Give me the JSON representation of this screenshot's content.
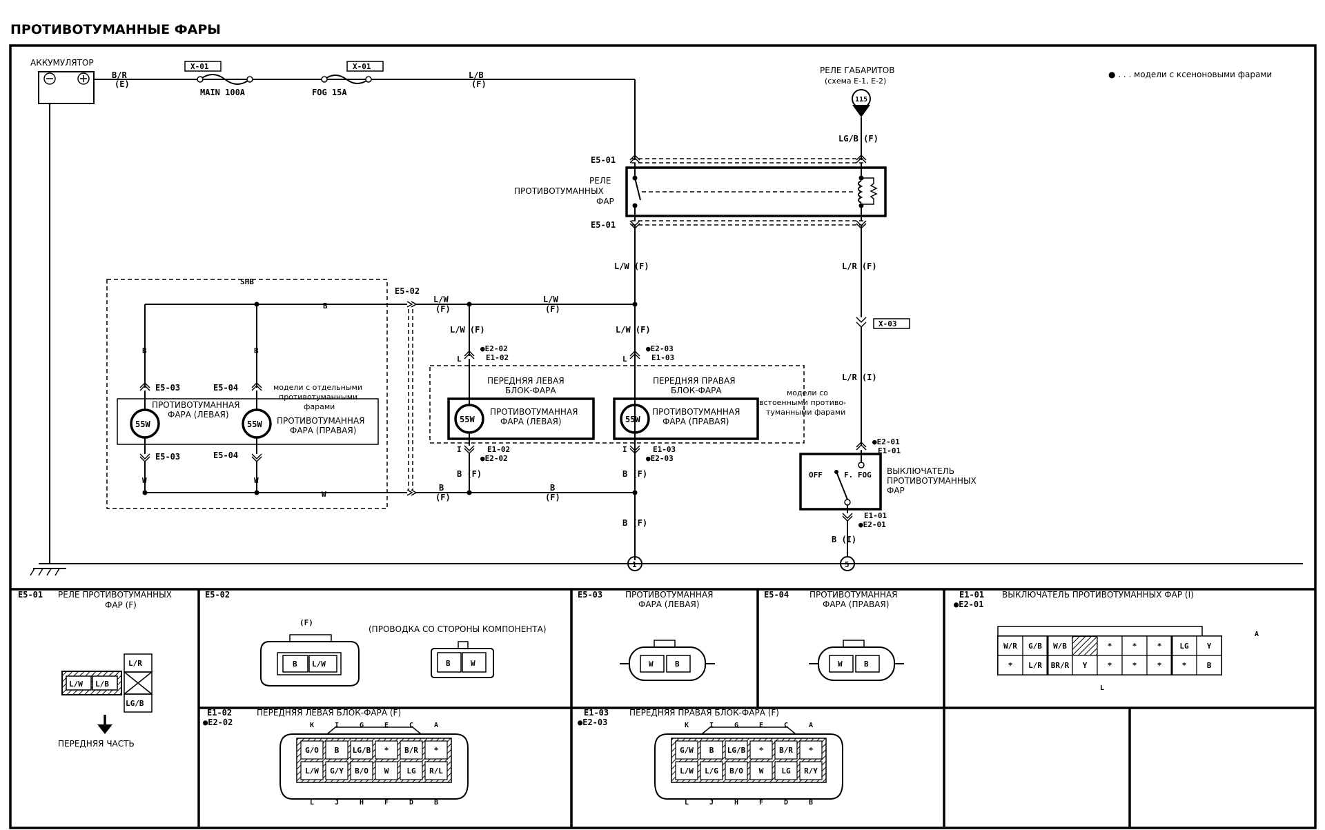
{
  "title": "ПРОТИВОТУМАННЫЕ ФАРЫ",
  "legend": "● . . . модели с ксеноновыми фарами",
  "battery": {
    "label": "АККУМУЛЯТОР",
    "wire": "B/R",
    "wire_sub": "(E)"
  },
  "fuses": [
    {
      "conn": "X-01",
      "name": "MAIN 100A"
    },
    {
      "conn": "X-01",
      "name": "FOG 15A"
    }
  ],
  "wire_lb": "L/B",
  "wire_lb_sub": "(F)",
  "marker_lights_relay": {
    "line1": "РЕЛЕ ГАБАРИТОВ",
    "line2": "(схема E-1, E-2)",
    "terminal": "115",
    "wire": "LG/B (F)"
  },
  "fog_relay": {
    "line1": "РЕЛЕ",
    "line2": "ПРОТИВОТУМАННЫХ",
    "line3": "ФАР",
    "conn_top": "E5-01",
    "conn_bottom": "E5-01"
  },
  "wire_lw_f": "L/W (F)",
  "wire_lr_f": "L/R (F)",
  "wire_lr_i": "L/R (I)",
  "x03": "X-03",
  "shb": {
    "label": "SHB",
    "wire_b": "B",
    "wire_w": "W",
    "conn_l_top": "E5-03",
    "conn_r_top": "E5-04",
    "conn_l_bot": "E5-03",
    "conn_r_bot": "E5-04",
    "lamp_power": "55W",
    "left_lamp_1": "ПРОТИВОТУМАННАЯ",
    "left_lamp_2": "ФАРА (ЛЕВАЯ)",
    "right_lamp_1": "ПРОТИВОТУМАННАЯ",
    "right_lamp_2": "ФАРА (ПРАВАЯ)",
    "note_1": "модели с отдельными",
    "note_2": "противотуманными",
    "note_3": "фарами"
  },
  "e502": "E5-02",
  "wire_lw": "L/W",
  "wire_f": "(F)",
  "wire_b": "B",
  "left_unit": {
    "title_1": "ПЕРЕДНЯЯ ЛЕВАЯ",
    "title_2": "БЛОК-ФАРА",
    "lamp_1": "ПРОТИВОТУМАННАЯ",
    "lamp_2": "ФАРА (ЛЕВАЯ)",
    "conn_top_1": "●E2-02",
    "conn_top_2": "E1-02",
    "pin_top": "L",
    "conn_bot_1": "E1-02",
    "conn_bot_2": "●E2-02",
    "pin_bot": "I"
  },
  "right_unit": {
    "title_1": "ПЕРЕДНЯЯ ПРАВАЯ",
    "title_2": "БЛОК-ФАРА",
    "lamp_1": "ПРОТИВОТУМАННАЯ",
    "lamp_2": "ФАРА (ПРАВАЯ)",
    "conn_top_1": "●E2-03",
    "conn_top_2": "E1-03",
    "pin_top": "L",
    "conn_bot_1": "E1-03",
    "conn_bot_2": "●E2-03",
    "pin_bot": "I"
  },
  "builtin_note_1": "модели со",
  "builtin_note_2": "встоенными противо-",
  "builtin_note_3": "туманными фарами",
  "wire_bf": "B (F)",
  "wire_bi": "B (I)",
  "switch": {
    "conn_top_1": "●E2-01",
    "conn_top_2": "E1-01",
    "off": "OFF",
    "ffog": "F. FOG",
    "label_1": "ВЫКЛЮЧАТЕЛЬ",
    "label_2": "ПРОТИВОТУМАННЫХ",
    "label_3": "ФАР",
    "conn_bot_1": "E1-01",
    "conn_bot_2": "●E2-01"
  },
  "ground_1": "1",
  "ground_5": "5",
  "panels": {
    "e501": {
      "code": "E5-01",
      "title_1": "РЕЛЕ ПРОТИВОТУМАННЫХ",
      "title_2": "ФАР (F)",
      "pins": [
        "L/W",
        "L/B",
        "L/R",
        "LG/B"
      ],
      "front": "ПЕРЕДНЯЯ ЧАСТЬ"
    },
    "e502": {
      "code": "E5-02",
      "f": "(F)",
      "note": "(ПРОВОДКА СО СТОРОНЫ КОМПОНЕНТА)",
      "pins_a": [
        "B",
        "L/W"
      ],
      "pins_b": [
        "B",
        "W"
      ]
    },
    "e503": {
      "code": "E5-03",
      "title_1": "ПРОТИВОТУМАННАЯ",
      "title_2": "ФАРА (ЛЕВАЯ)",
      "pins": [
        "W",
        "B"
      ]
    },
    "e504": {
      "code": "E5-04",
      "title_1": "ПРОТИВОТУМАННАЯ",
      "title_2": "ФАРА (ПРАВАЯ)",
      "pins": [
        "W",
        "B"
      ]
    },
    "e101": {
      "code_1": "E1-01",
      "code_2": "●E2-01",
      "title": "ВЫКЛЮЧАТЕЛЬ ПРОТИВОТУМАННЫХ ФАР (I)",
      "row1": [
        "W/R",
        "G/B",
        "W/B",
        "",
        "*",
        "*",
        "*",
        "LG",
        "Y"
      ],
      "row2": [
        "*",
        "L/R",
        "BR/R",
        "Y",
        "*",
        "*",
        "*",
        "*",
        "B"
      ],
      "pin_a": "A",
      "pin_l": "L"
    },
    "e102": {
      "code_1": "E1-02",
      "code_2": "●E2-02",
      "title": "ПЕРЕДНЯЯ ЛЕВАЯ БЛОК-ФАРА (F)",
      "top_pins": [
        "K",
        "I",
        "G",
        "E",
        "C",
        "A"
      ],
      "row1": [
        "G/O",
        "B",
        "LG/B",
        "*",
        "B/R",
        "*"
      ],
      "row2": [
        "L/W",
        "G/Y",
        "B/O",
        "W",
        "LG",
        "R/L"
      ],
      "bottom_pins": [
        "L",
        "J",
        "H",
        "F",
        "D",
        "B"
      ]
    },
    "e103": {
      "code_1": "E1-03",
      "code_2": "●E2-03",
      "title": "ПЕРЕДНЯЯ ПРАВАЯ БЛОК-ФАРА (F)",
      "top_pins": [
        "K",
        "I",
        "G",
        "E",
        "C",
        "A"
      ],
      "row1": [
        "G/W",
        "B",
        "LG/B",
        "*",
        "B/R",
        "*"
      ],
      "row2": [
        "L/W",
        "L/G",
        "B/O",
        "W",
        "LG",
        "R/Y"
      ],
      "bottom_pins": [
        "L",
        "J",
        "H",
        "F",
        "D",
        "B"
      ]
    }
  }
}
